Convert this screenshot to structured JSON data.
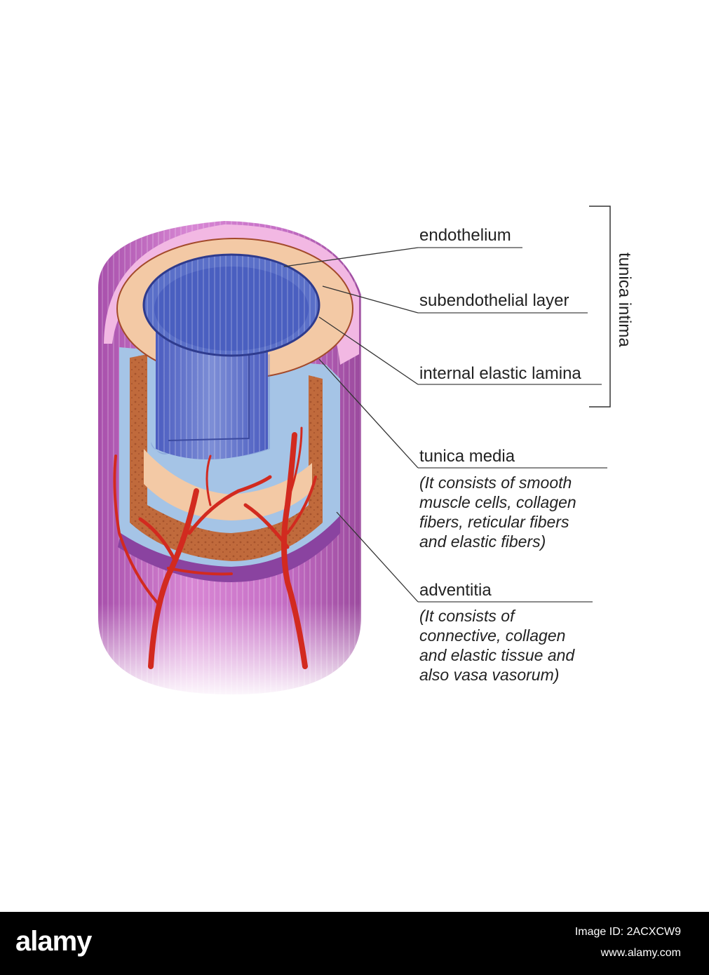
{
  "labels": {
    "endothelium": "endothelium",
    "subendothelial": "subendothelial layer",
    "internal_elastic": "internal elastic lamina",
    "tunica_intima": "tunica intima",
    "tunica_media": "tunica media",
    "tunica_media_note": [
      "(It consists of smooth",
      "muscle cells, collagen",
      "fibers, reticular fibers",
      "and elastic fibers)"
    ],
    "adventitia": "adventitia",
    "adventitia_note": [
      "(It consists of",
      "connective, collagen",
      "and elastic tissue and",
      "also vasa vasorum)"
    ]
  },
  "watermark": {
    "brand": "alamy",
    "image_id": "Image ID: 2ACXCW9",
    "url": "www.alamy.com"
  },
  "colors": {
    "adventitia": "#c26fc0",
    "adventitia_top": "#f2b8e3",
    "elastic_lamina": "#a5c4e6",
    "media": "#c06a3c",
    "subendothelial": "#f3c9a5",
    "endothelium": "#5a6fc8",
    "lumen": "#4a5fc0",
    "vessels": "#d22a1f"
  }
}
